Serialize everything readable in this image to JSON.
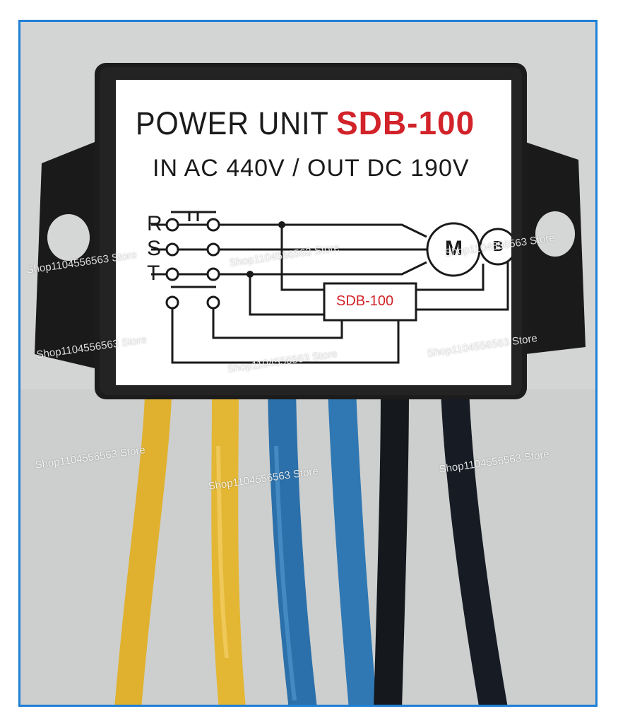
{
  "label": {
    "title": "POWER UNIT",
    "model": "SDB-100",
    "spec": "IN AC 440V / OUT DC 190V",
    "terminals": [
      "R",
      "S",
      "T"
    ],
    "module_label": "SDB-100",
    "motor_label": "M",
    "brake_label": "B"
  },
  "watermark": "Shop1104556563 Store",
  "colors": {
    "frame": "#1e7fd6",
    "housing": "#1c1c1c",
    "label_bg": "#ffffff",
    "model_red": "#d2232a",
    "wire_yellow": "#e0b12e",
    "wire_blue": "#2a6fa8",
    "wire_black": "#15181d"
  }
}
